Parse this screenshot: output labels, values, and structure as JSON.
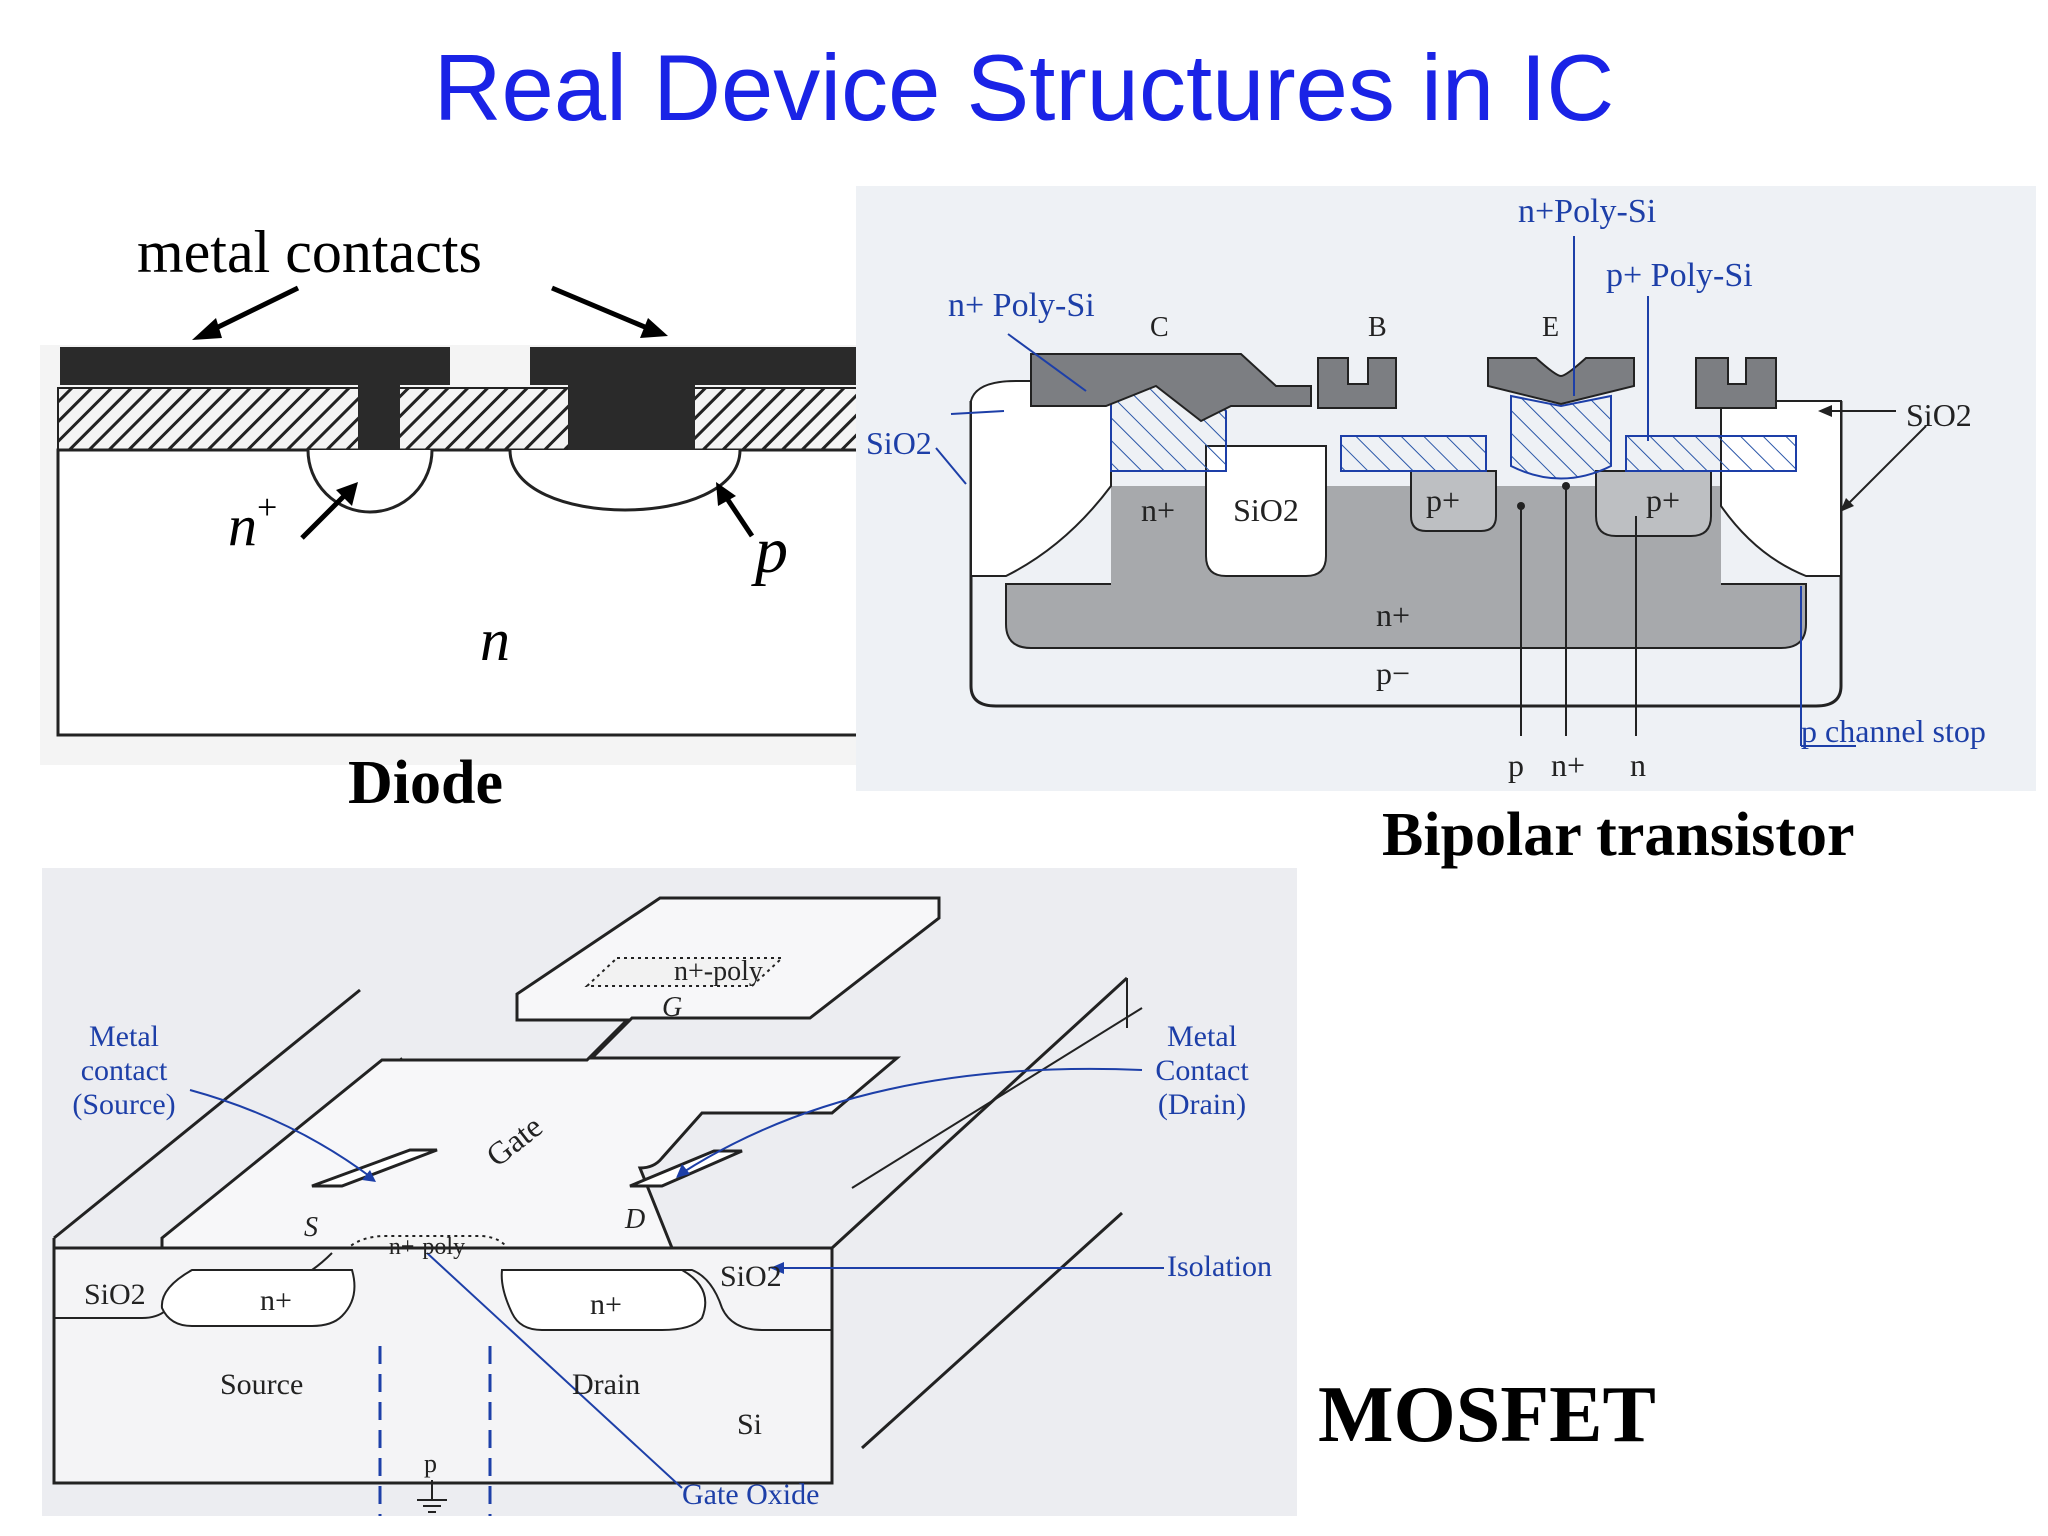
{
  "page": {
    "title": "Real Device Structures in IC",
    "title_color": "#1a23e6",
    "label_color": "#1d3fa8"
  },
  "diode": {
    "caption": "Diode",
    "metal_contacts": "metal contacts",
    "n_plus": "n",
    "n_plus_sup": "+",
    "p_region": "p",
    "n_region": "n"
  },
  "bipolar": {
    "caption": "Bipolar transistor",
    "n_poly_top": "n+Poly-Si",
    "p_poly": "p+ Poly-Si",
    "n_poly_left": "n+ Poly-Si",
    "terminal_c": "C",
    "terminal_b": "B",
    "terminal_e": "E",
    "sio2_left": "SiO2",
    "sio2_right": "SiO2",
    "sio2_center": "SiO2",
    "n_plus_collector": "n+",
    "p_plus_left": "p+",
    "p_plus_right": "p+",
    "n_plus_buried": "n+",
    "p_minus": "p−",
    "p_channel_stop": "p channel stop",
    "bottom_p": "p",
    "bottom_n_plus": "n+",
    "bottom_n": "n"
  },
  "mosfet": {
    "caption": "MOSFET",
    "metal_contact_source_1": "Metal",
    "metal_contact_source_2": "contact",
    "metal_contact_source_3": "(Source)",
    "metal_contact_drain_1": "Metal",
    "metal_contact_drain_2": "Contact",
    "metal_contact_drain_3": "(Drain)",
    "gate_poly_top": "n+-poly",
    "gate_g": "G",
    "gate": "Gate",
    "s": "S",
    "d": "D",
    "gate_poly_channel": "n+-poly",
    "sio2_left": "SiO2",
    "sio2_right": "SiO2",
    "n_plus_source": "n+",
    "n_plus_drain": "n+",
    "isolation": "Isolation",
    "source": "Source",
    "drain": "Drain",
    "si": "Si",
    "p": "p",
    "gate_oxide": "Gate Oxide"
  }
}
